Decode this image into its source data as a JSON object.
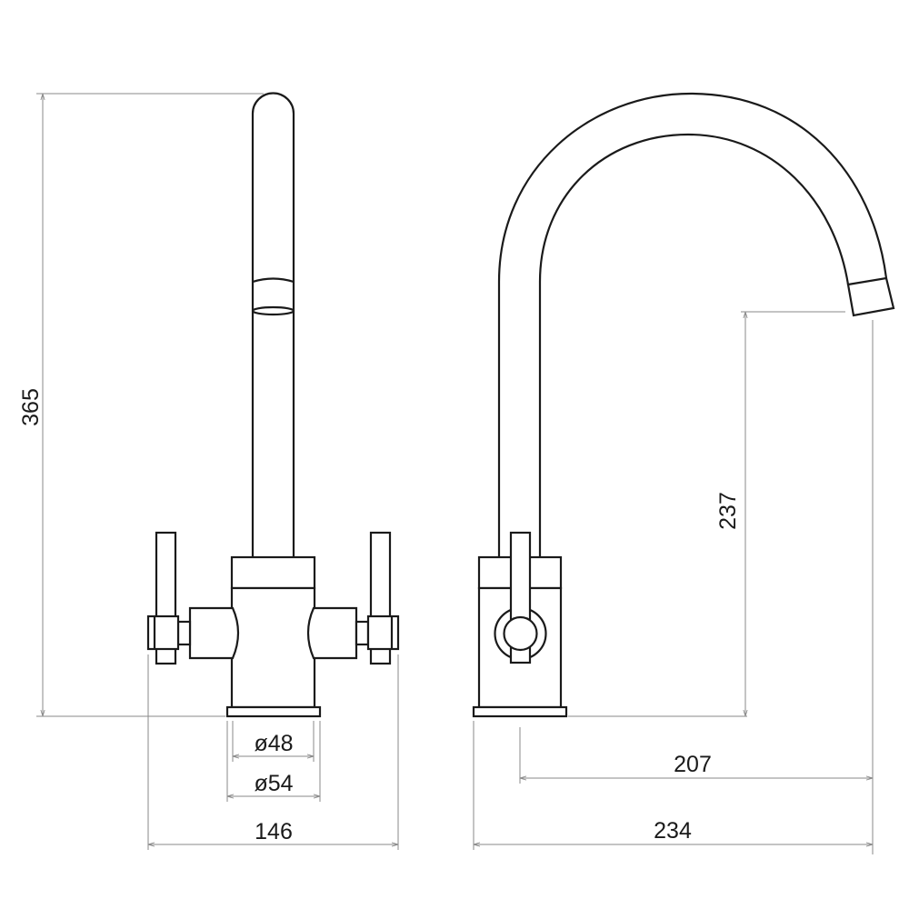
{
  "drawing": {
    "front_view": {
      "height_label": "365",
      "inner_base_diameter_label": "ø48",
      "outer_base_diameter_label": "ø54",
      "width_label": "146"
    },
    "side_view": {
      "spout_height_label": "237",
      "spout_reach_label": "207",
      "total_depth_label": "234"
    },
    "colors": {
      "line": "#1a1a1a",
      "dimension": "#8a8a8a"
    }
  }
}
